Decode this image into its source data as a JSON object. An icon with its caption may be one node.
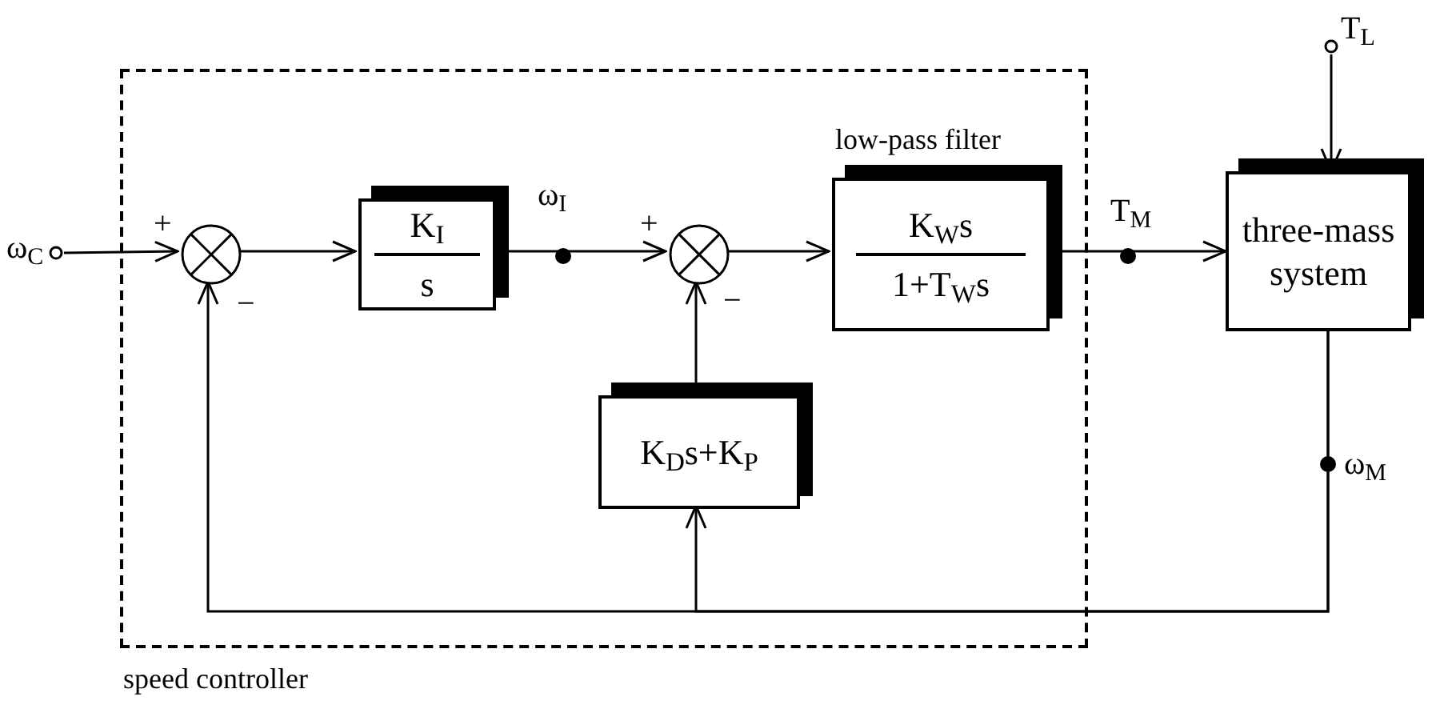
{
  "diagram": {
    "nodes": [
      {
        "text": [
          "speed controller"
        ]
      },
      {
        "text": [
          "ω$_{C}$"
        ]
      },
      {
        "text": [],
        "shape": "circle",
        "in": 0
      },
      {
        "text": [
          "K$_{I}$",
          "s"
        ],
        "in": 0
      },
      {
        "text": [],
        "shape": "circle",
        "in": 0
      },
      {
        "text": [
          "low-pass filter",
          "K$_{W}$s",
          "1+T$_{W}$s"
        ],
        "in": 0
      },
      {
        "text": [
          "K$_{D}$s+K$_{P}$"
        ],
        "in": 0
      },
      {
        "text": [
          "three-mass system"
        ]
      },
      {
        "text": [
          "T$_{L}$"
        ]
      }
    ],
    "edges": [
      {
        "from": 1,
        "to": 2,
        "arrow": "to"
      },
      {
        "from": 2,
        "to": 3,
        "arrow": "to"
      },
      {
        "from": 3,
        "to": 4,
        "arrow": "to"
      },
      {
        "from": 4,
        "to": 5,
        "arrow": "to"
      },
      {
        "from": 5,
        "to": 7,
        "arrow": "to"
      },
      {
        "from": 8,
        "to": 7,
        "arrow": "to"
      },
      {
        "from": 7,
        "to": 2,
        "arrow": "to"
      },
      {
        "from": 7,
        "to": 6,
        "arrow": "to"
      },
      {
        "from": 6,
        "to": 4,
        "arrow": "to"
      }
    ],
    "labels": [
      "ω$_{I}$",
      "+",
      "+",
      "T$_{M}$",
      "−",
      "−",
      "ω$_{M}$"
    ]
  }
}
